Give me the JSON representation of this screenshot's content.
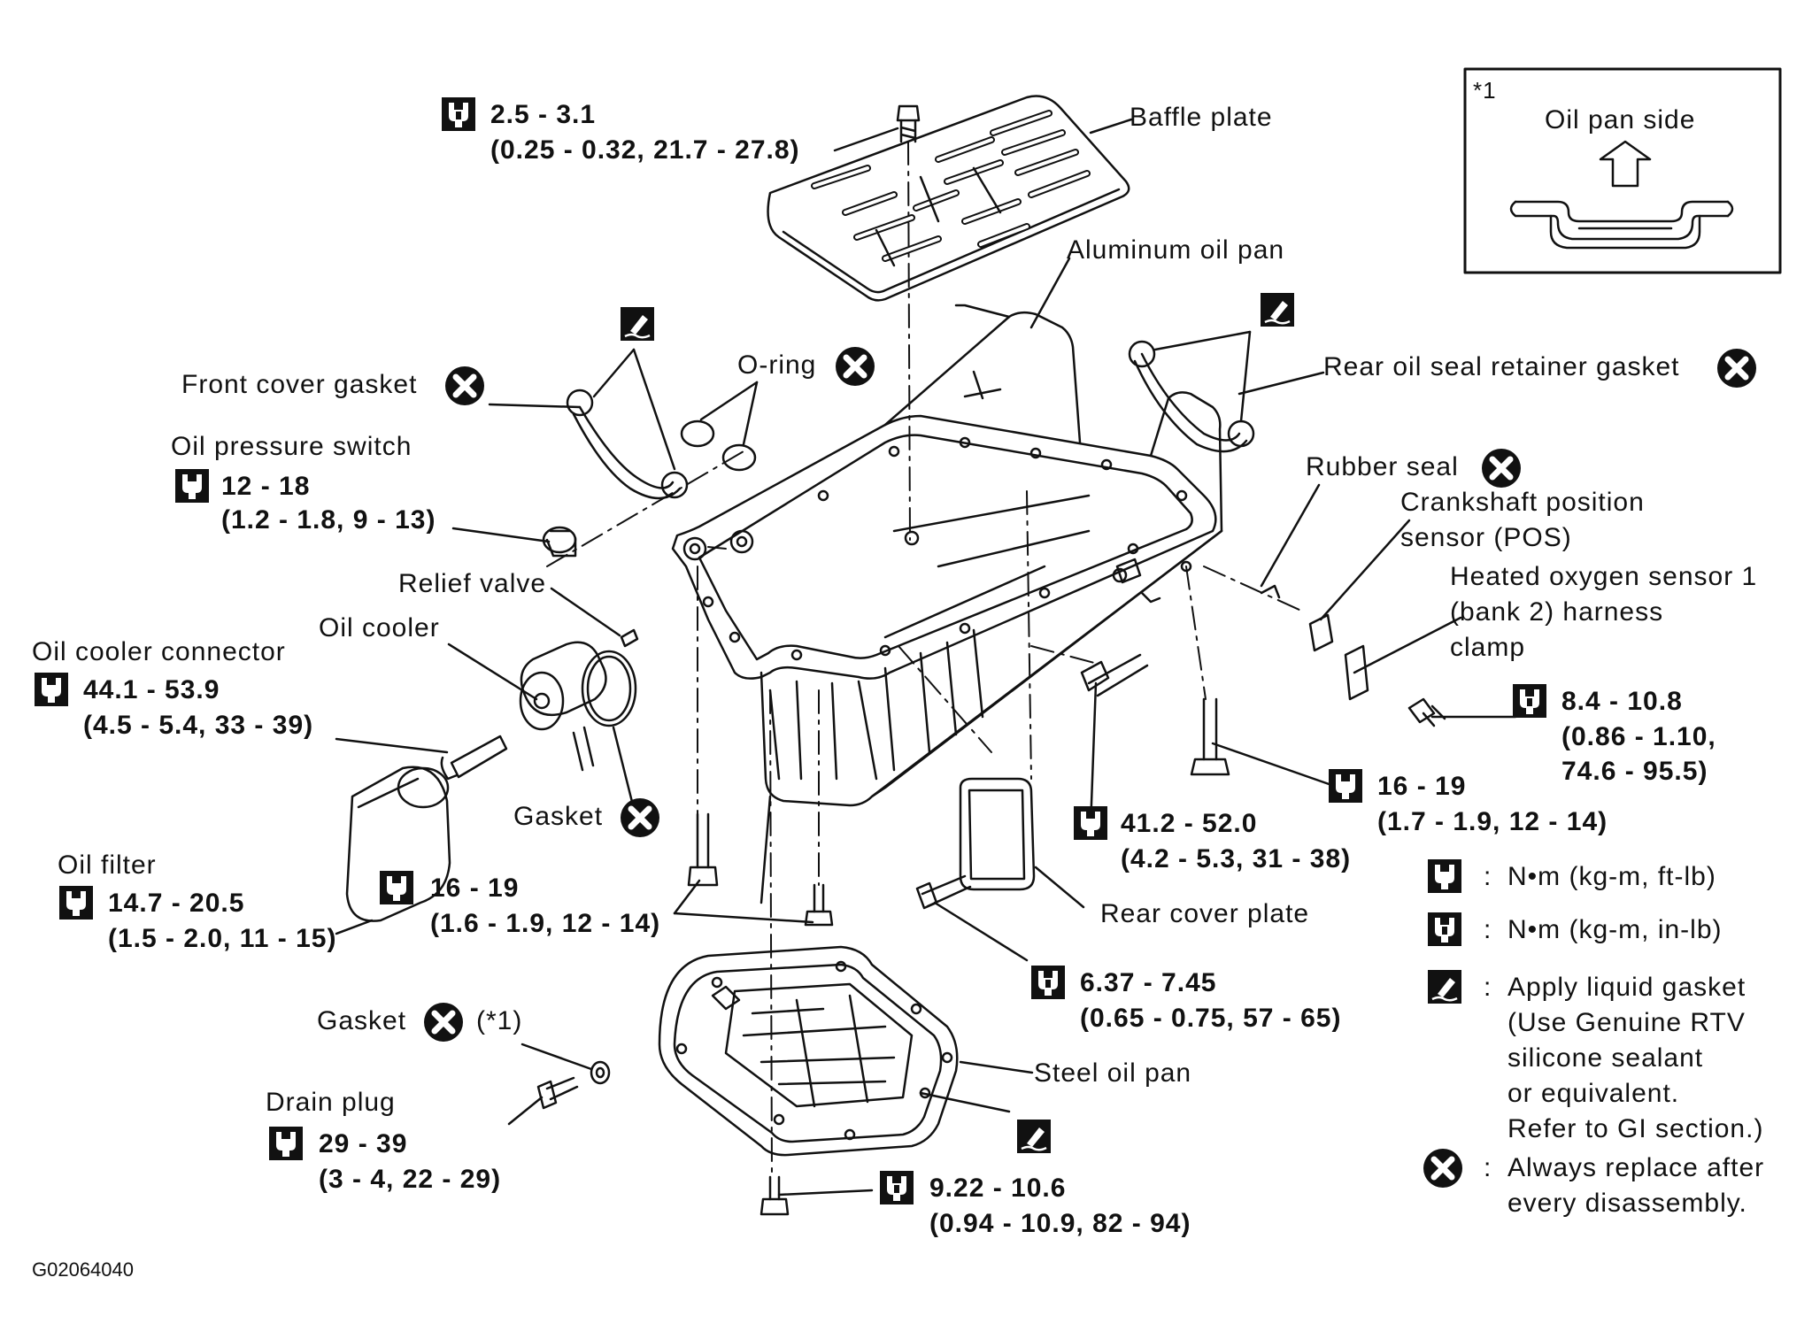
{
  "diagram_id": "G02064040",
  "parts": {
    "baffle_plate": "Baffle plate",
    "aluminum_oil_pan": "Aluminum oil pan",
    "front_cover_gasket": "Front cover gasket",
    "o_ring": "O-ring",
    "rear_oil_seal_retainer_gasket": "Rear oil seal retainer gasket",
    "oil_pressure_switch": "Oil pressure switch",
    "rubber_seal": "Rubber seal",
    "crankshaft_sensor": [
      "Crankshaft position",
      "sensor (POS)"
    ],
    "heated_oxygen_clamp": [
      "Heated oxygen sensor 1",
      "(bank 2) harness",
      "clamp"
    ],
    "relief_valve": "Relief valve",
    "oil_cooler": "Oil cooler",
    "oil_cooler_connector": "Oil cooler connector",
    "gasket_cooler": "Gasket",
    "oil_filter": "Oil filter",
    "rear_cover_plate": "Rear cover plate",
    "gasket_drain": "Gasket",
    "gasket_drain_note": "(*1)",
    "steel_oil_pan": "Steel oil pan",
    "drain_plug": "Drain plug"
  },
  "torques": {
    "baffle_bolt": {
      "main": "2.5 - 3.1",
      "sub": "(0.25 - 0.32, 21.7 - 27.8)"
    },
    "oil_pressure_switch": {
      "main": "12 - 18",
      "sub": "(1.2 - 1.8, 9 - 13)"
    },
    "oil_cooler_connector": {
      "main": "44.1 - 53.9",
      "sub": "(4.5 - 5.4, 33 - 39)"
    },
    "oil_filter": {
      "main": "14.7 - 20.5",
      "sub": "(1.5 - 2.0, 11 - 15)"
    },
    "pan_bolts": {
      "main": "16 - 19",
      "sub": "(1.6 - 1.9, 12 - 14)"
    },
    "drain_plug": {
      "main": "29 - 39",
      "sub": "(3 - 4, 22 - 29)"
    },
    "steel_pan_bolt": {
      "main": "9.22 - 10.6",
      "sub": "(0.94 - 10.9, 82 - 94)"
    },
    "rear_cover_bolt": {
      "main": "6.37 - 7.45",
      "sub": "(0.65 - 0.75, 57 - 65)"
    },
    "side_bolt_large": {
      "main": "41.2 - 52.0",
      "sub": "(4.2 - 5.3, 31 - 38)"
    },
    "side_bolt_right": {
      "main": "16 - 19",
      "sub": "(1.7 - 1.9, 12 - 14)"
    },
    "clamp_bolt": {
      "main": "8.4 - 10.8",
      "sub1": "(0.86 - 1.10,",
      "sub2": "74.6 - 95.5)"
    }
  },
  "inset": {
    "marker": "*1",
    "label": "Oil pan side"
  },
  "legend": {
    "colon": ":",
    "nm_ftlb": "N•m  (kg-m,  ft-lb)",
    "nm_inlb": "N•m  (kg-m,  in-lb)",
    "liquid_gasket": [
      "Apply liquid gasket",
      "(Use Genuine RTV",
      "silicone sealant",
      "or equivalent.",
      "Refer to GI section.)"
    ],
    "always_replace": [
      "Always replace after",
      "every disassembly."
    ]
  }
}
